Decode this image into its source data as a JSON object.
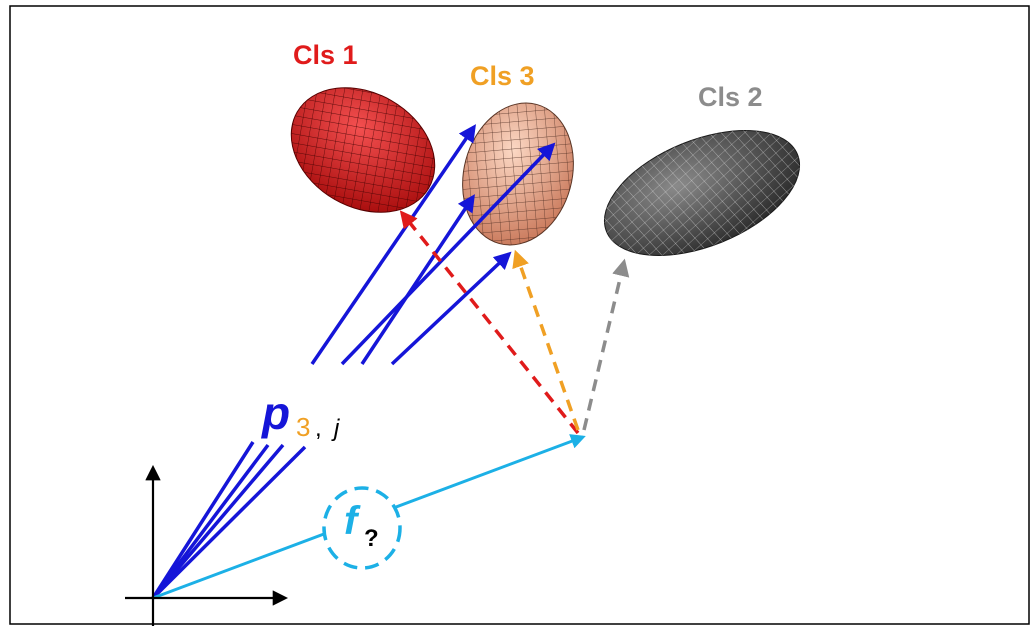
{
  "classes": [
    {
      "label": "Cls 1",
      "color": "#e01b1b"
    },
    {
      "label": "Cls 3",
      "color": "#f0a024"
    },
    {
      "label": "Cls 2",
      "color": "#8c8c8c"
    }
  ],
  "prototype_label": {
    "symbol": "p",
    "class_index": "3",
    "separator": ",",
    "index": "j"
  },
  "feature_label": {
    "symbol": "f",
    "subscript": "?"
  },
  "colors": {
    "prototype_arrow": "#1515d8",
    "feature_arrow": "#1cb0e6",
    "cls1": "#d92626",
    "cls3": "#f5b79a",
    "cls2": "#4a4a4a",
    "axes": "#000000",
    "border": "#000000"
  }
}
